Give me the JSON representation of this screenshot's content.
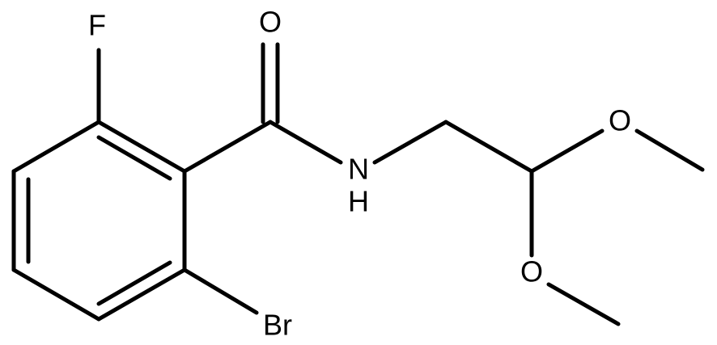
{
  "molecule": {
    "atoms": {
      "fluorine": "F",
      "oxygen_carbonyl": "O",
      "nitrogen": "N",
      "hydrogen_on_n": "H",
      "oxygen_methoxy_top": "O",
      "oxygen_methoxy_bottom": "O",
      "bromine": "Br"
    }
  }
}
